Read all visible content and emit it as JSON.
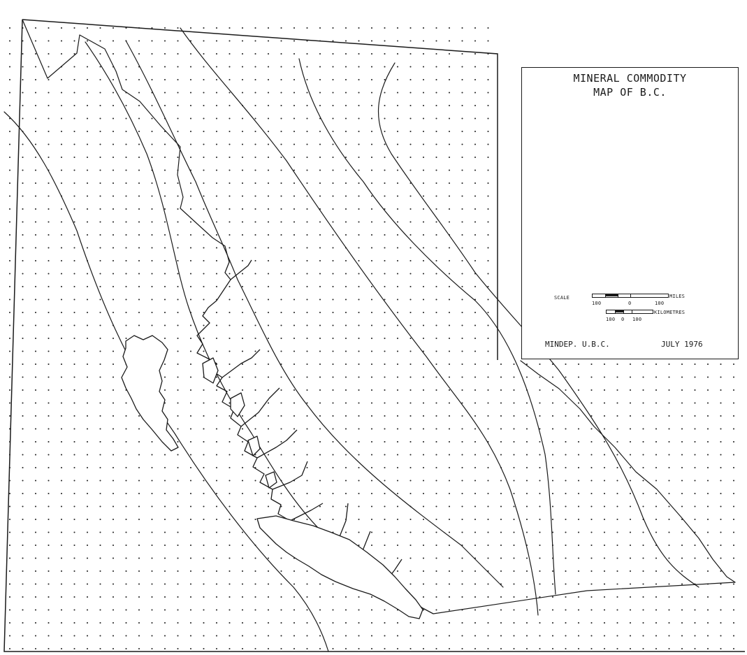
{
  "title": {
    "line1": "MINERAL COMMODITY",
    "line2": "MAP OF B.C."
  },
  "scale": {
    "label": "SCALE",
    "miles_unit": "MILES",
    "km_unit": "KILOMETRES",
    "miles_ticks": [
      "100",
      "0",
      "100"
    ],
    "km_ticks": [
      "100",
      "0",
      "100"
    ]
  },
  "footer": {
    "left": "MINDEP. U.B.C.",
    "right": "JULY 1976"
  },
  "colors": {
    "ink": "#1a1a1a",
    "paper": "#ffffff"
  }
}
